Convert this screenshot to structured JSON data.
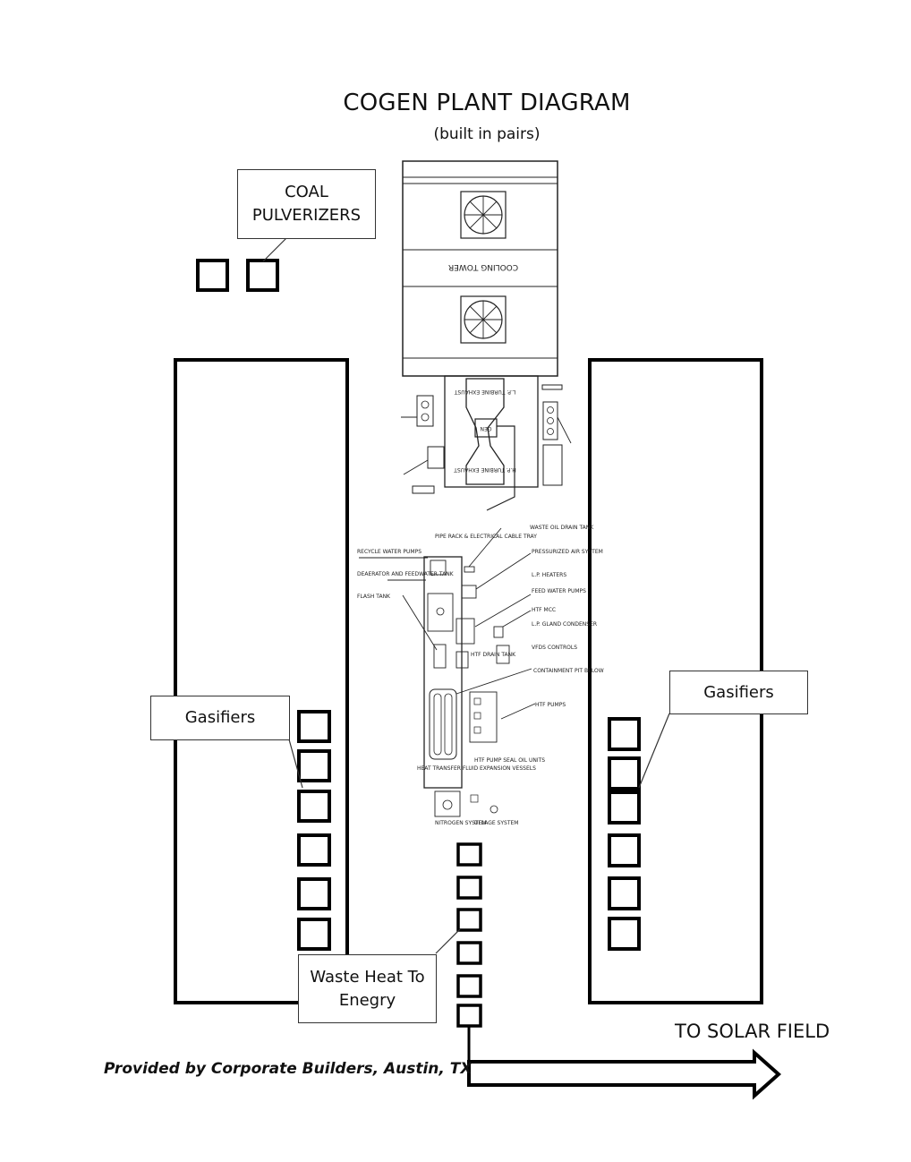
{
  "diagram": {
    "title": "COGEN PLANT DIAGRAM",
    "subtitle": "(built in pairs)",
    "callouts": {
      "coal_pulverizers": "COAL PULVERIZERS",
      "gasifiers_left": "Gasifiers",
      "gasifiers_right": "Gasifiers",
      "waste_heat": "Waste Heat To Enegry"
    },
    "arrow_label": "TO SOLAR FIELD",
    "credit": "Provided by Corporate Builders, Austin, TX",
    "plant_labels": {
      "cooling_tower": "COOLING TOWER",
      "lp_turbine_exhaust": "L.P. TURBINE EXHAUST",
      "gen": "GEN",
      "hp_turbine_exhaust": "H.P. TURBINE EXHAUST",
      "pipe_rack": "PIPE RACK & ELECTRICAL CABLE TRAY",
      "recycle_water_pumps": "RECYCLE WATER PUMPS",
      "deaerator": "DEAERATOR AND FEEDWATER TANK",
      "flash_tank": "FLASH TANK",
      "waste_oil": "WASTE OIL DRAIN TANK",
      "pressurized_air": "PRESSURIZED AIR SYSTEM",
      "lp_heaters": "L.P. HEATERS",
      "feed_water_pumps": "FEED WATER PUMPS",
      "htf_mcc": "HTF MCC",
      "lp_gland": "L.P. GLAND CONDENSER",
      "vfds": "VFDS CONTROLS",
      "htf_drain": "HTF DRAIN TANK",
      "containment": "CONTAINMENT PIT BELOW",
      "htf_pumps": "HTF PUMPS",
      "expansion": "HEAT TRANSFER FLUID EXPANSION VESSELS",
      "seal_oil": "HTF PUMP SEAL OIL UNITS",
      "nitrogen": "NITROGEN SYSTEM",
      "ullage": "ULLAGE SYSTEM"
    }
  }
}
